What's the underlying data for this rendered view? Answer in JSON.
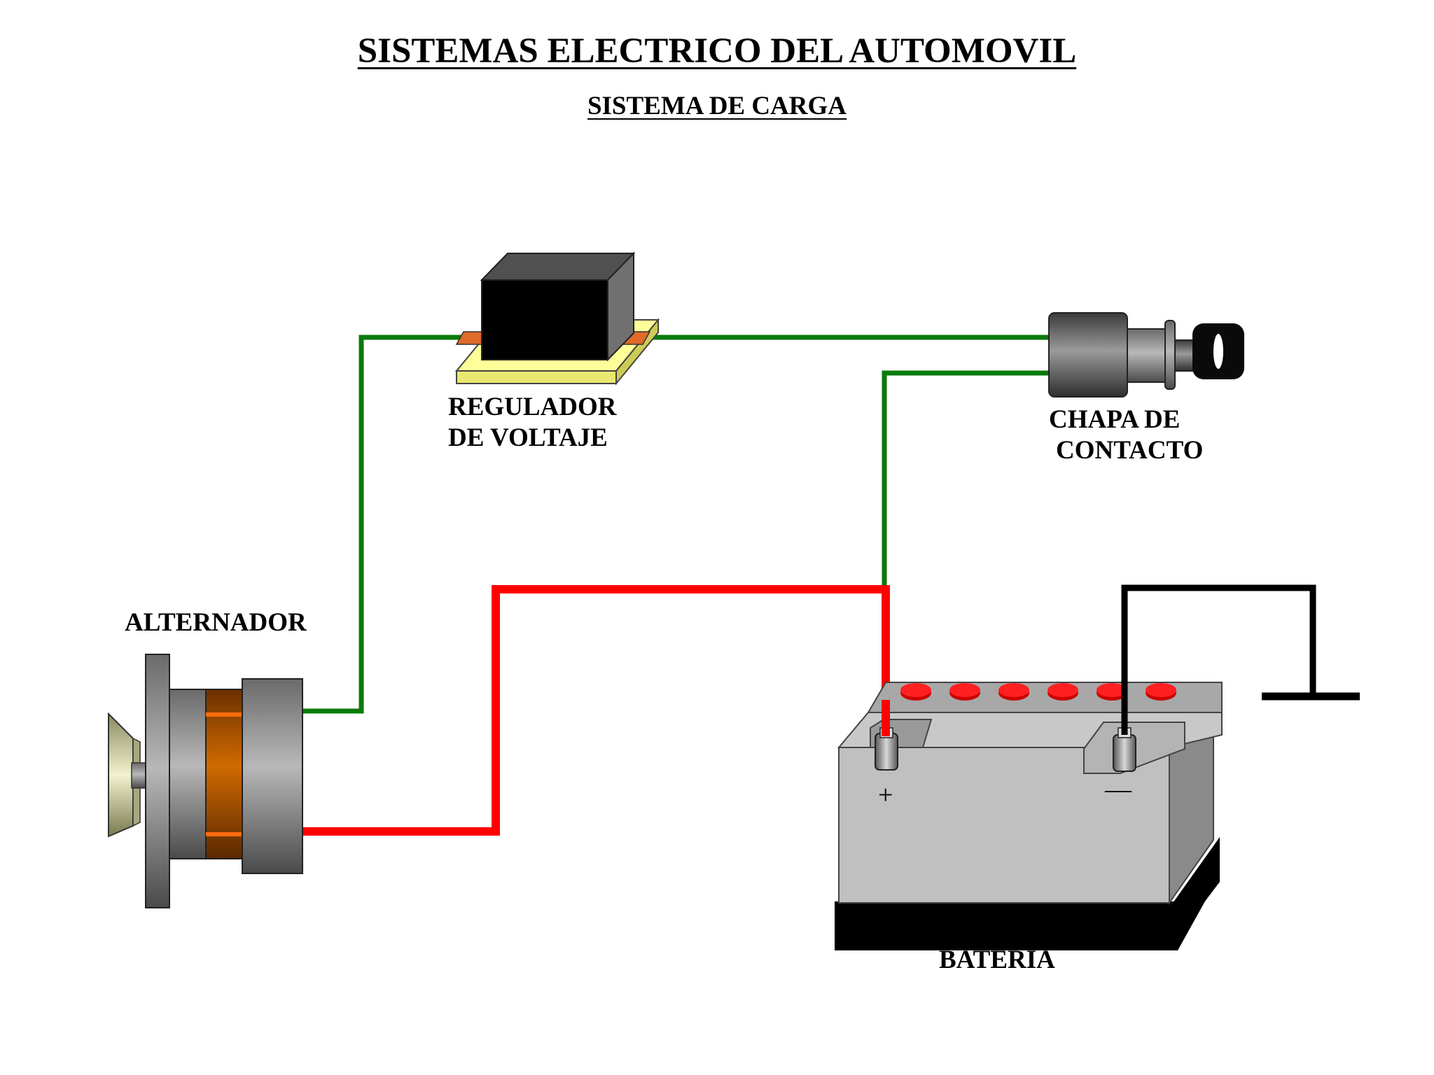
{
  "title": "SISTEMAS ELECTRICO DEL AUTOMOVIL",
  "subtitle": "SISTEMA DE CARGA",
  "components": {
    "regulator": {
      "line1": "REGULADOR",
      "line2": "DE VOLTAJE"
    },
    "ignition": {
      "line1": "CHAPA DE",
      "line2": "CONTACTO"
    },
    "alternator": {
      "label": "ALTERNADOR"
    },
    "battery": {
      "label": "BATERIA",
      "positive": "+",
      "negative": "—"
    }
  },
  "colors": {
    "control_wire": "#0a7a0a",
    "charge_wire": "#ff0000",
    "ground_wire": "#000000",
    "regulator_base": "#ffff99",
    "regulator_body": "#000000",
    "terminal_pad": "#e06a2a",
    "alternator_winding": "#b35a00",
    "battery_case": "#c0c0c0",
    "battery_caps": "#ee1111"
  }
}
